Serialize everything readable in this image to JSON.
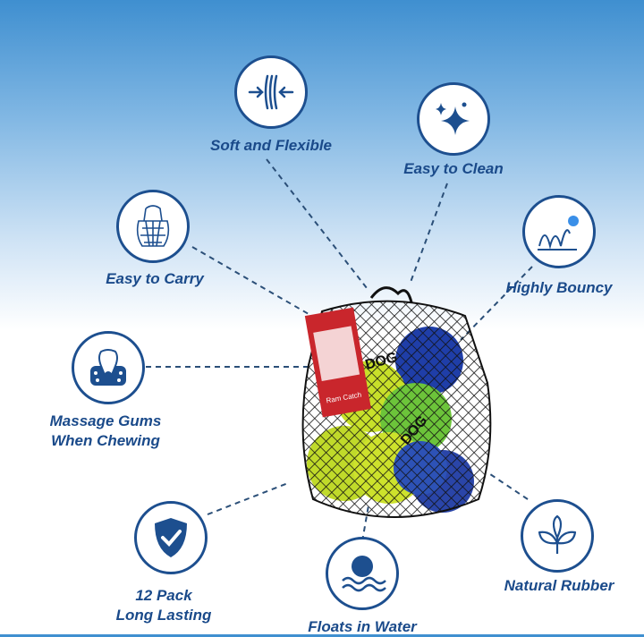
{
  "colors": {
    "accent": "#1d4f8f",
    "text": "#1a4a8a",
    "sky": "#3f8fd0"
  },
  "features": [
    {
      "id": "soft",
      "label": "Soft and Flexible",
      "icon": "compress-arrows-icon"
    },
    {
      "id": "clean",
      "label": "Easy to Clean",
      "icon": "sparkle-icon"
    },
    {
      "id": "carry",
      "label": "Easy to Carry",
      "icon": "mesh-bag-icon"
    },
    {
      "id": "bouncy",
      "label": "Highly Bouncy",
      "icon": "bouncing-ball-icon"
    },
    {
      "id": "gums",
      "label_line1": "Massage Gums",
      "label_line2": "When Chewing",
      "icon": "tooth-gum-icon"
    },
    {
      "id": "pack",
      "label_line1": "12 Pack",
      "label_line2": "Long Lasting",
      "icon": "shield-check-icon"
    },
    {
      "id": "floats",
      "label": "Floats in Water",
      "icon": "water-wave-icon"
    },
    {
      "id": "rubber",
      "label": "Natural Rubber",
      "icon": "leaves-icon"
    }
  ],
  "product": {
    "tag_brand": "Ram Catch",
    "ball_logo": "DOG"
  }
}
